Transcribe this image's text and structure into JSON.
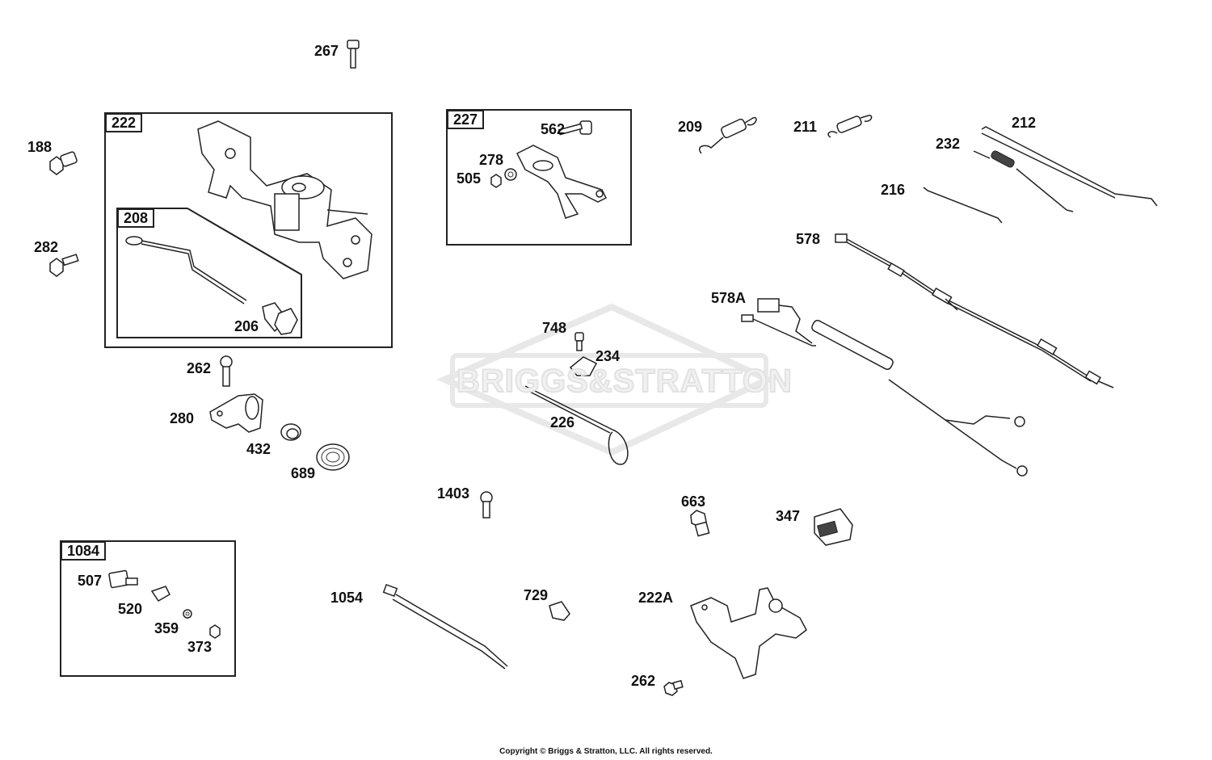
{
  "watermark": "BRIGGS&STRATTON",
  "copyright": "Copyright © Briggs & Stratton, LLC. All rights reserved.",
  "colors": {
    "ink": "#222222",
    "watermark": "#e6e6e6",
    "background": "#ffffff"
  },
  "boxes": {
    "b222": "222",
    "b208": "208",
    "b227": "227",
    "b1084": "1084"
  },
  "labels": {
    "l267": "267",
    "l188": "188",
    "l282": "282",
    "l206": "206",
    "l262a": "262",
    "l280": "280",
    "l432": "432",
    "l689": "689",
    "l562": "562",
    "l278": "278",
    "l505": "505",
    "l209": "209",
    "l211": "211",
    "l212": "212",
    "l232": "232",
    "l216": "216",
    "l578": "578",
    "l578A": "578A",
    "l748": "748",
    "l234": "234",
    "l226": "226",
    "l1403": "1403",
    "l663": "663",
    "l347": "347",
    "l507": "507",
    "l520": "520",
    "l359": "359",
    "l373": "373",
    "l1054": "1054",
    "l729": "729",
    "l222A": "222A",
    "l262b": "262"
  }
}
